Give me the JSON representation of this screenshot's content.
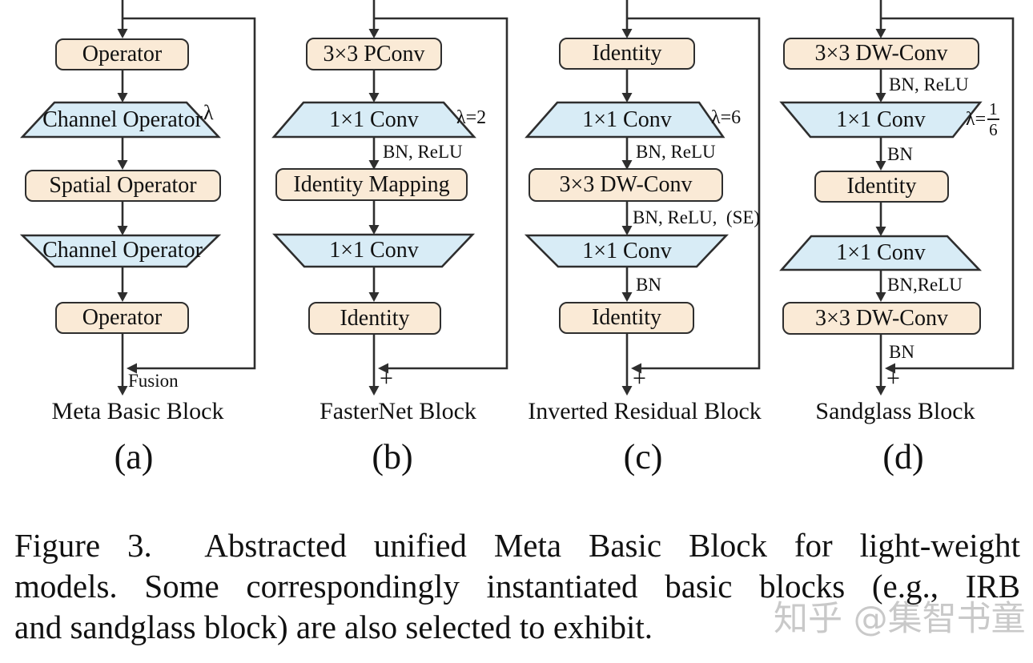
{
  "figure": {
    "columns": [
      {
        "letter": "(a)",
        "name": "Meta Basic Block",
        "box1": "Operator",
        "trap1": "Channel Operator",
        "box2": "Spatial Operator",
        "trap2": "Channel Operator",
        "box3": "Operator",
        "lambda": "λ",
        "merge": "Fusion"
      },
      {
        "letter": "(b)",
        "name": "FasterNet Block",
        "box1": "3×3 PConv",
        "trap1": "1×1 Conv",
        "box2": "Identity Mapping",
        "trap2": "1×1 Conv",
        "box3": "Identity",
        "lambda": "λ=2",
        "ann_after_trap1": "BN, ReLU",
        "merge": "+"
      },
      {
        "letter": "(c)",
        "name": "Inverted Residual Block",
        "box1": "Identity",
        "trap1": "1×1 Conv",
        "box2": "3×3 DW-Conv",
        "trap2": "1×1 Conv",
        "box3": "Identity",
        "lambda": "λ=6",
        "ann_after_trap1": "BN, ReLU",
        "ann_after_box2": "BN, ReLU,  (SE)",
        "ann_after_trap2": "BN",
        "merge": "+"
      },
      {
        "letter": "(d)",
        "name": "Sandglass Block",
        "box1": "3×3 DW-Conv",
        "trap1": "1×1 Conv",
        "box2": "Identity",
        "trap2": "1×1 Conv",
        "box3": "3×3 DW-Conv",
        "lambda_prefix": "λ=",
        "lambda_num": "1",
        "lambda_den": "6",
        "ann_after_box1": "BN, ReLU",
        "ann_after_trap1": "BN",
        "ann_after_trap2": "BN,ReLU",
        "ann_after_box3": "BN",
        "merge": "+"
      }
    ]
  },
  "caption": {
    "lines": [
      "Figure 3.  Abstracted unified Meta Basic Block for light-weight",
      "models. Some correspondingly instantiated basic blocks (e.g., IRB",
      "and sandglass block) are also selected to exhibit."
    ]
  },
  "watermark": "知乎 @集智书童",
  "colors": {
    "box_fill": "#faead6",
    "trapezoid_fill": "#d8ecf6",
    "line": "#2e2e2e",
    "watermark_gray": "#c9c9c9"
  }
}
